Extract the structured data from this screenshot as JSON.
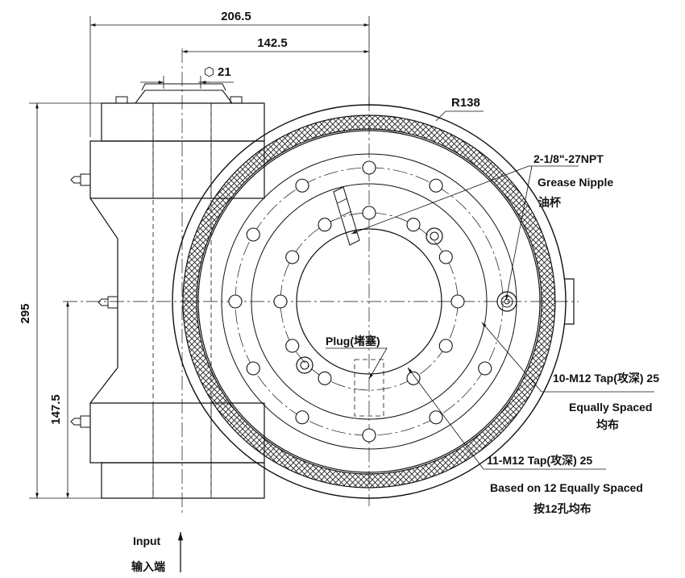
{
  "dimensions": {
    "width_overall": "206.5",
    "width_center": "142.5",
    "hex_size": "21",
    "height_overall": "295",
    "height_center": "147.5",
    "radius": "R138"
  },
  "hex_symbol": "⬡",
  "labels": {
    "grease_nipple_spec": "2-1/8\"-27NPT",
    "grease_nipple_en": "Grease Nipple",
    "grease_nipple_cn": "油杯",
    "plug": "Plug(堵塞)",
    "tap_10_spec": "10-M12 Tap(攻深) 25",
    "tap_10_en": "Equally Spaced",
    "tap_10_cn": "均布",
    "tap_11_spec": "11-M12 Tap(攻深) 25",
    "tap_11_en": "Based on 12 Equally Spaced",
    "tap_11_cn": "按12孔均布",
    "input_en": "Input",
    "input_cn": "输入端"
  }
}
